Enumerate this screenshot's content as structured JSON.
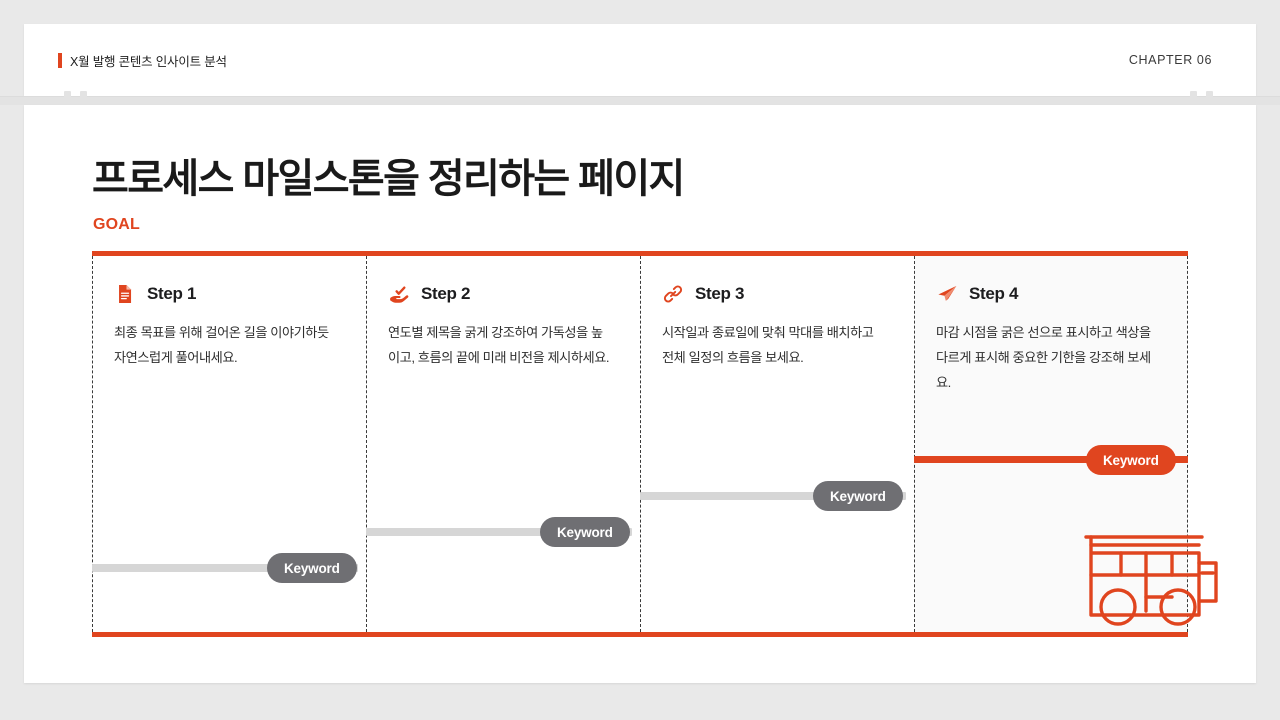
{
  "header": {
    "title": "X월 발행 콘텐츠 인사이트 분석",
    "chapter": "CHAPTER 06"
  },
  "page": {
    "title": "프로세스 마일스톤을 정리하는 페이지",
    "goal_label": "GOAL"
  },
  "colors": {
    "accent": "#e0451f",
    "pill_gray": "#6f6f73",
    "line_gray": "#d6d6d6",
    "title_text": "#1a1a1a",
    "page_background": "#e9e9e9",
    "card_background": "#ffffff",
    "step4_panel": "#fafafa"
  },
  "steps": [
    {
      "icon": "document-icon",
      "title": "Step 1",
      "description": "최종 목표를 위해 걸어온 길을 이야기하듯 자연스럽게 풀어내세요.",
      "keyword": "Keyword",
      "highlighted": false
    },
    {
      "icon": "hand-check-icon",
      "title": "Step 2",
      "description": "연도별 제목을 굵게 강조하여 가독성을 높이고, 흐름의 끝에 미래 비전을 제시하세요.",
      "keyword": "Keyword",
      "highlighted": false
    },
    {
      "icon": "link-icon",
      "title": "Step 3",
      "description": "시작일과 종료일에 맞춰 막대를 배치하고 전체 일정의 흐름을 보세요.",
      "keyword": "Keyword",
      "highlighted": false
    },
    {
      "icon": "paper-plane-icon",
      "title": "Step 4",
      "description": "마감 시점을 굵은 선으로 표시하고 색상을 다르게 표시해 중요한 기한을 강조해 보세요.",
      "keyword": "Keyword",
      "highlighted": true
    }
  ],
  "decoration": {
    "illustration": "bus-illustration"
  }
}
